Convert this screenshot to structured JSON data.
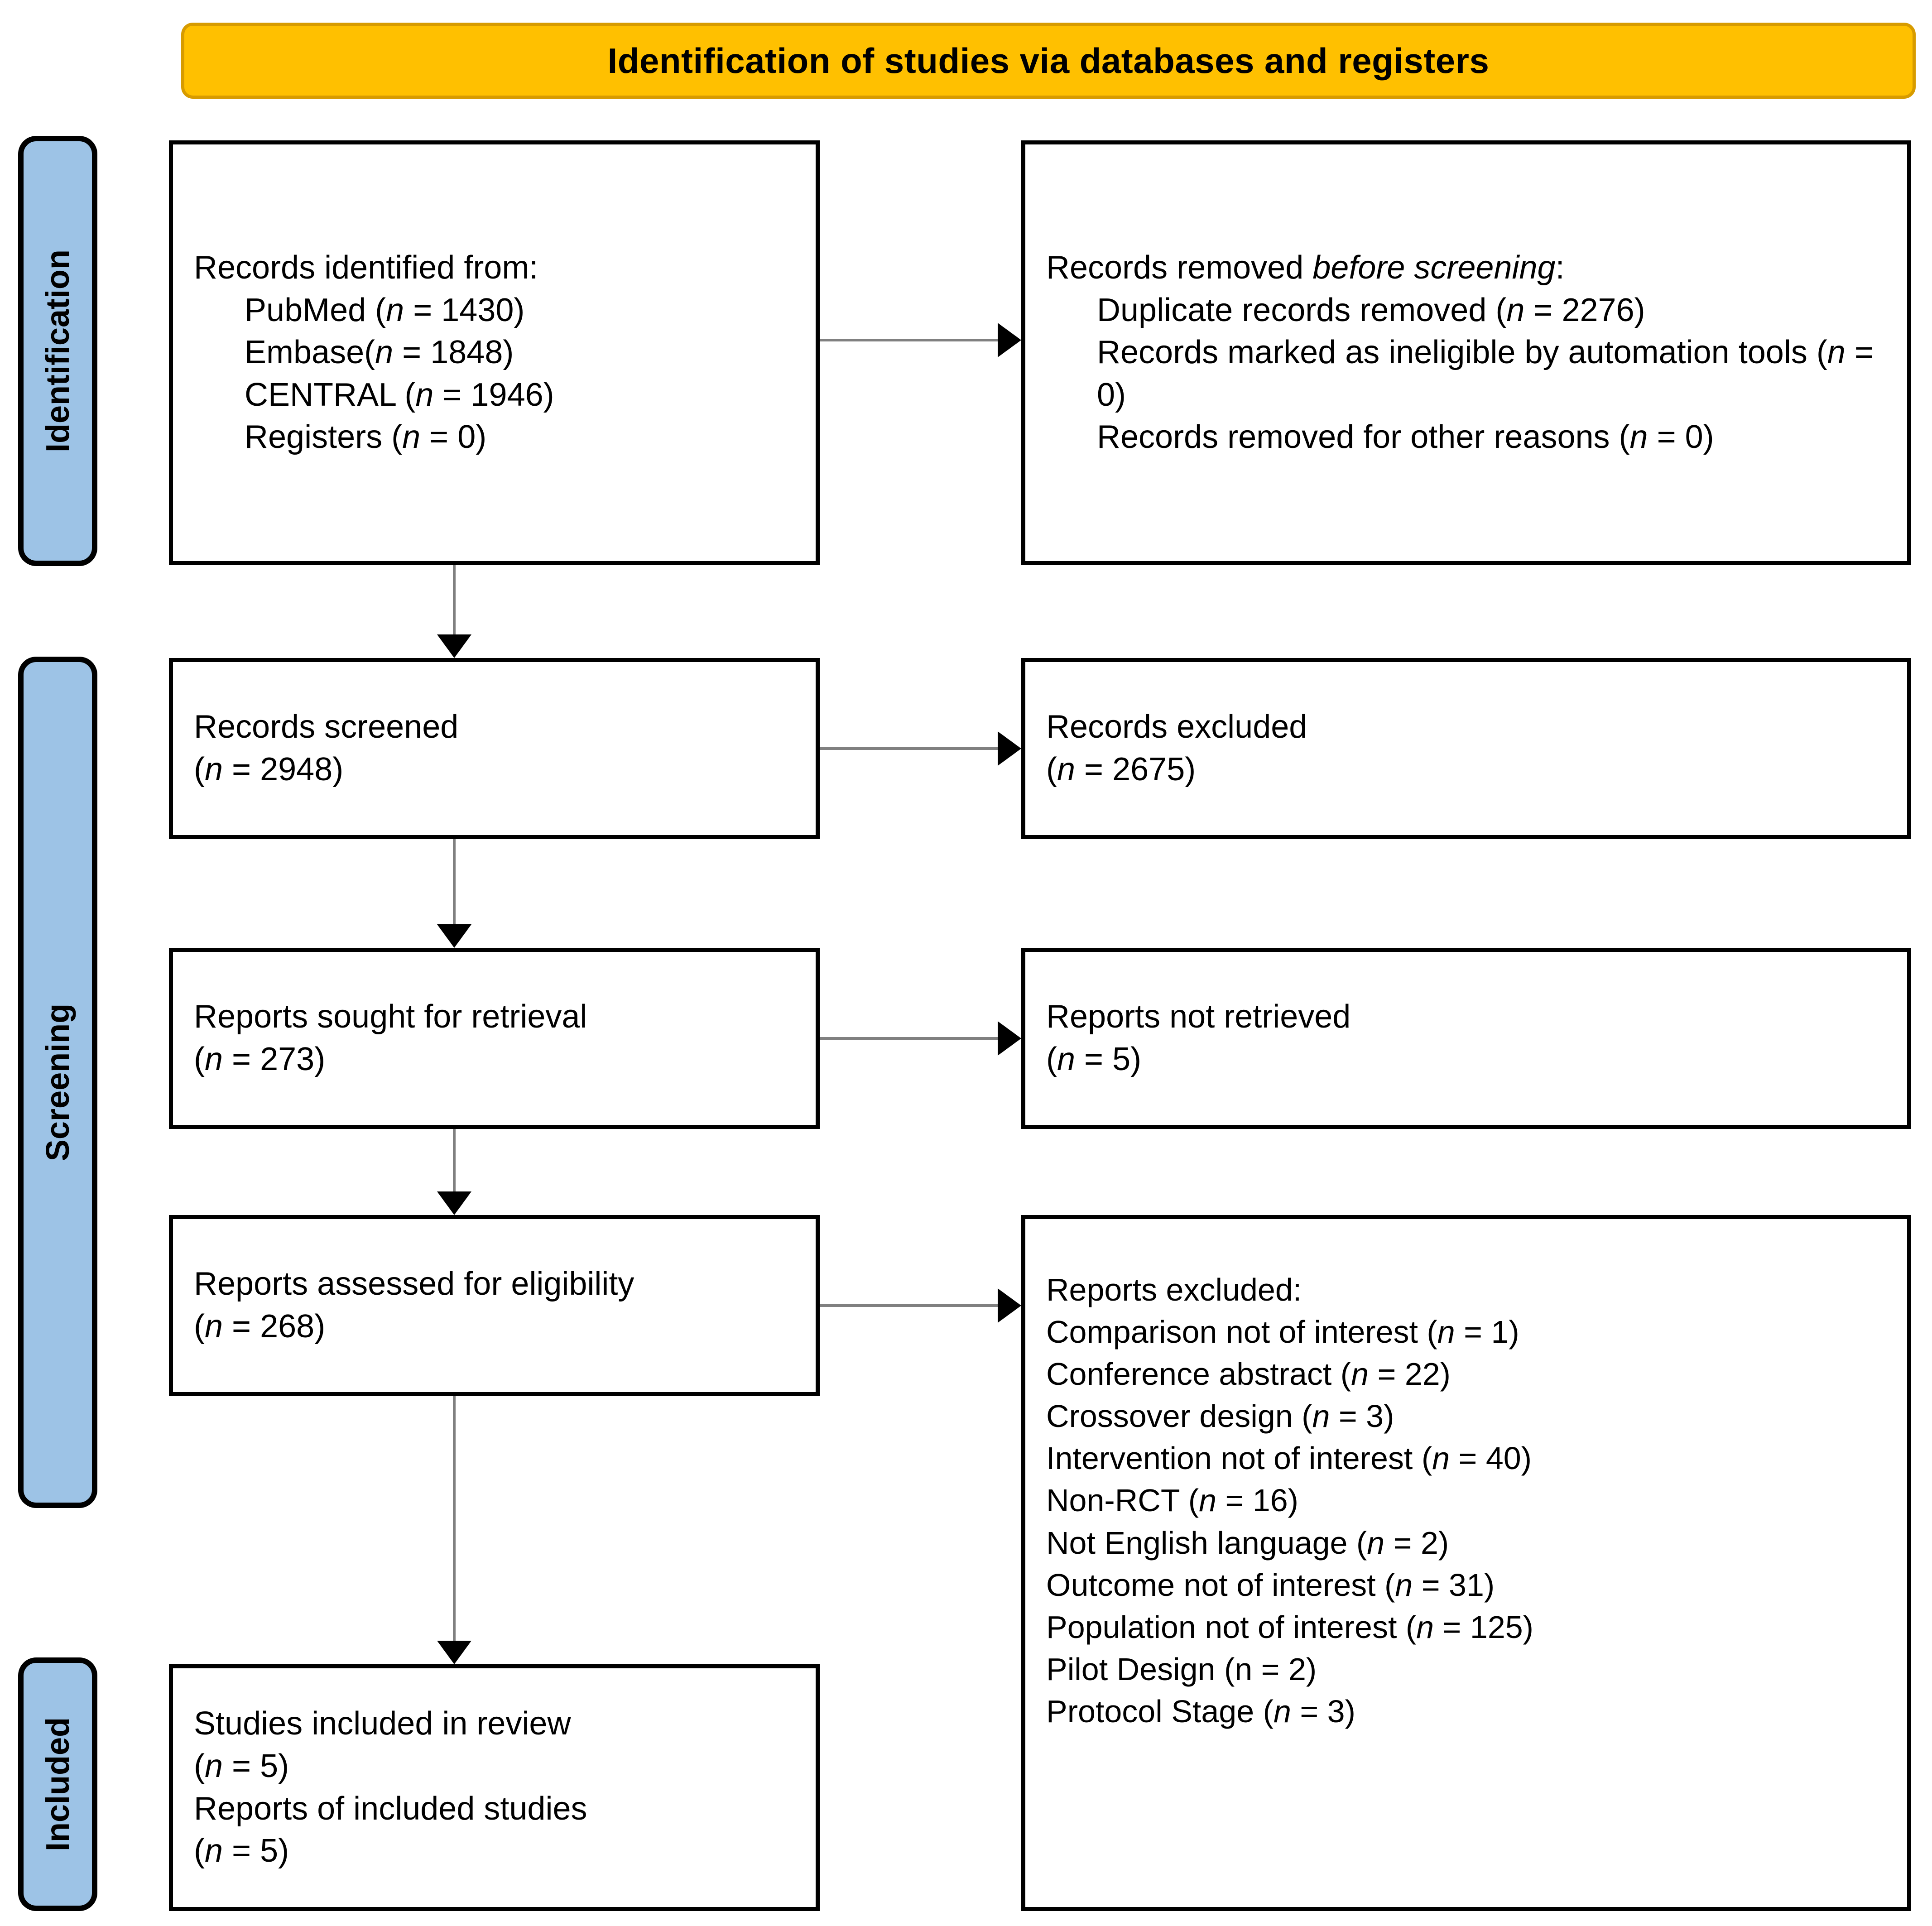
{
  "header": {
    "title": "Identification of studies via databases and registers",
    "bg_color": "#FFC000",
    "border_color": "#D79B00"
  },
  "stages": {
    "identification": "Identification",
    "screening": "Screening",
    "included": "Included",
    "bg_color": "#9DC3E6"
  },
  "boxes": {
    "identified": {
      "title": "Records identified from:",
      "items": [
        {
          "label": "PubMed (",
          "n_prefix": "n",
          "n_value": " = 1430)"
        },
        {
          "label": "Embase(",
          "n_prefix": "n",
          "n_value": " = 1848)"
        },
        {
          "label": "CENTRAL (",
          "n_prefix": "n",
          "n_value": " = 1946)"
        },
        {
          "label": "Registers (",
          "n_prefix": "n",
          "n_value": " = 0)"
        }
      ],
      "lines": [
        "Records identified from:",
        "PubMed (n = 1430)",
        "Embase(n = 1848)",
        "CENTRAL (n = 1946)",
        "Registers (n = 0)"
      ]
    },
    "removed": {
      "title_a": "Records removed ",
      "title_italic": "before screening",
      "title_b": ":",
      "items": [
        "Duplicate records removed (n = 2276)",
        "Records marked as ineligible by automation tools (n = 0)",
        "Records removed for other reasons (n = 0)"
      ],
      "item1_a": "Duplicate records removed (",
      "item1_b": " = 2276)",
      "item2_a": "Records marked as ineligible by automation tools (",
      "item2_b": " = 0)",
      "item3_a": "Records removed for other reasons (",
      "item3_b": " = 0)"
    },
    "screened": {
      "title": "Records screened",
      "count_open": "(",
      "count_close": " = 2948)",
      "count_full": "(n = 2948)"
    },
    "excluded_screen": {
      "title": "Records excluded",
      "count_open": "(",
      "count_close": " = 2675)",
      "count_full": "(n = 2675)"
    },
    "sought": {
      "title": "Reports sought for retrieval",
      "count_open": "(",
      "count_close": " = 273)",
      "count_full": "(n = 273)"
    },
    "not_retrieved": {
      "title": "Reports not retrieved",
      "count_open": "(",
      "count_close": " = 5)",
      "count_full": "(n = 5)"
    },
    "assessed": {
      "title": "Reports assessed for eligibility",
      "count_open": "(",
      "count_close": " = 268)",
      "count_full": "(n = 268)"
    },
    "reports_excluded": {
      "title": "Reports excluded:",
      "reasons": [
        {
          "label": "Comparison not of interest (",
          "n": "n",
          "italic_n": true,
          "tail": " = 1)"
        },
        {
          "label": "Conference abstract (",
          "n": "n",
          "italic_n": true,
          "tail": " = 22)"
        },
        {
          "label": "Crossover design (",
          "n": "n",
          "italic_n": true,
          "tail": " = 3)"
        },
        {
          "label": "Intervention not of interest (",
          "n": "n",
          "italic_n": true,
          "tail": " = 40)"
        },
        {
          "label": "Non-RCT (",
          "n": "n",
          "italic_n": true,
          "tail": " = 16)"
        },
        {
          "label": "Not English language (",
          "n": "n",
          "italic_n": true,
          "tail": " = 2)"
        },
        {
          "label": "Outcome not of interest (",
          "n": "n",
          "italic_n": true,
          "tail": " = 31)"
        },
        {
          "label": "Population not of interest (",
          "n": "n",
          "italic_n": true,
          "tail": " = 125)"
        },
        {
          "label": "Pilot Design (",
          "n": "n",
          "italic_n": false,
          "tail": " = 2)"
        },
        {
          "label": "Protocol Stage (",
          "n": "n",
          "italic_n": true,
          "tail": " = 3)"
        }
      ]
    },
    "included": {
      "line1": "Studies included in review",
      "count1_open": "(",
      "count1_close": " = 5)",
      "line2": "Reports of included studies",
      "count2_open": "(",
      "count2_close": " = 5)"
    }
  },
  "connectors": {
    "line_color": "#808080",
    "arrowhead_color": "#000000"
  }
}
